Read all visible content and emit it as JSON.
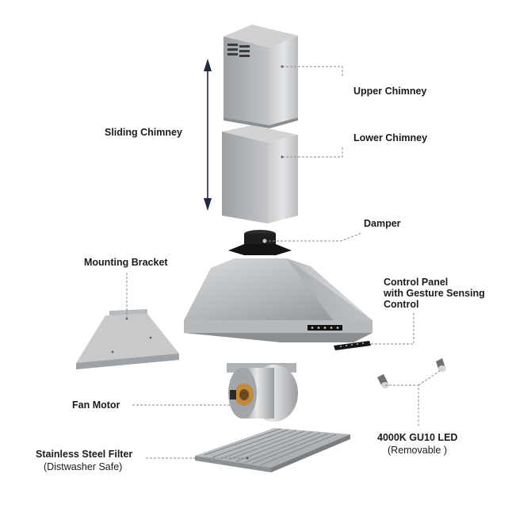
{
  "labels": {
    "sliding_chimney": "Sliding Chimney",
    "upper_chimney": "Upper Chimney",
    "lower_chimney": "Lower Chimney",
    "damper": "Damper",
    "mounting_bracket": "Mounting Bracket",
    "control_panel_line1": "Control Panel",
    "control_panel_line2": "with Gesture Sensing",
    "control_panel_line3": "Control",
    "fan_motor": "Fan Motor",
    "filter": "Stainless Steel Filter",
    "filter_note": "(Distwasher Safe)",
    "led": "4000K GU10 LED",
    "led_note": "(Removable )"
  },
  "colors": {
    "steel_light": "#d4d6d8",
    "steel_mid": "#a9acaf",
    "steel_dark": "#7d8083",
    "leader_line": "#8a8a8a",
    "arrow": "#1f2a44",
    "text": "#1b1b1b"
  }
}
